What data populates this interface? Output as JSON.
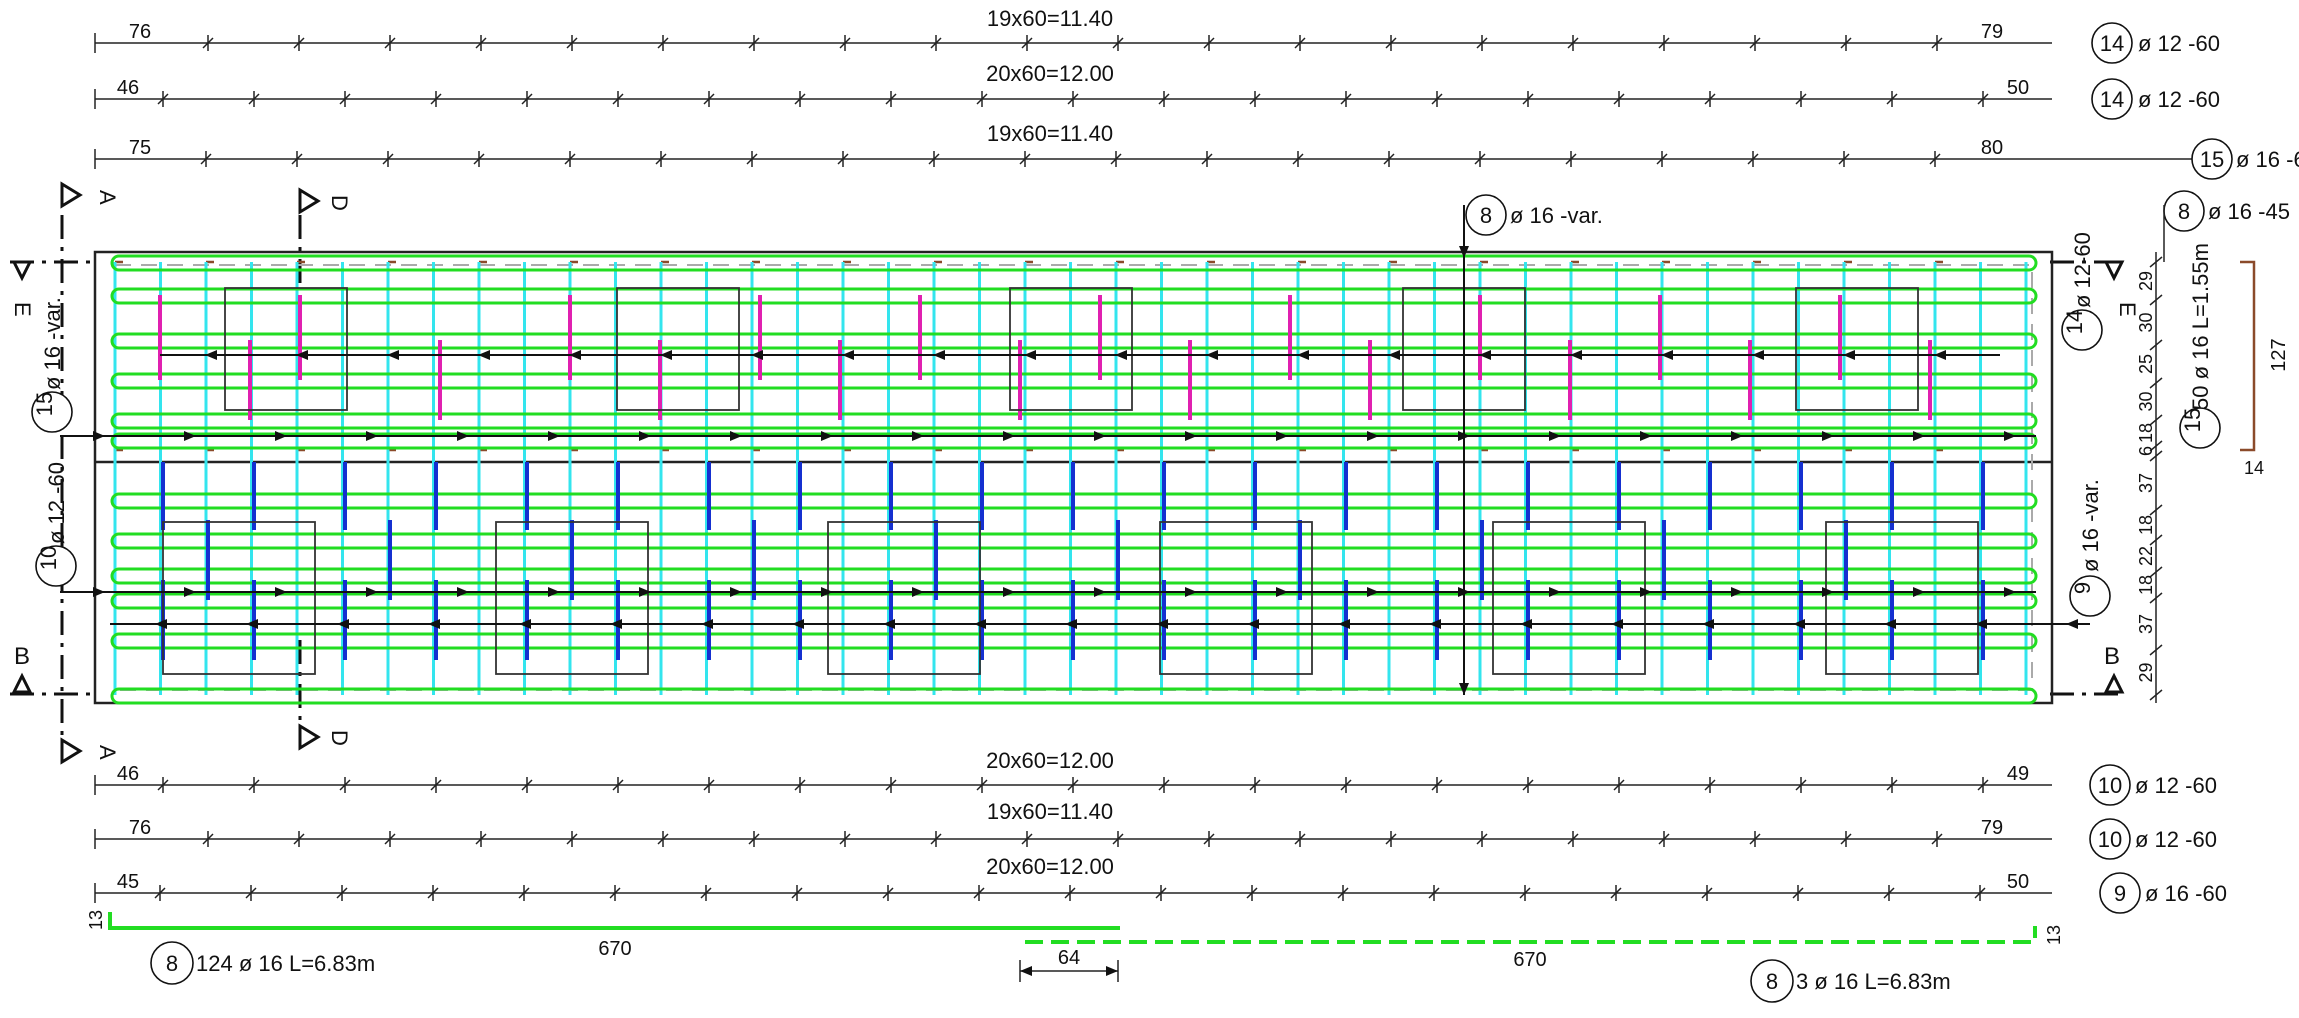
{
  "dims_top": [
    {
      "left": "76",
      "center": "19x60=11.40",
      "right": "79",
      "mark": "14",
      "spec": "ø 12 -60"
    },
    {
      "left": "46",
      "center": "20x60=12.00",
      "right": "50",
      "mark": "14",
      "spec": "ø 12 -60"
    },
    {
      "left": "75",
      "center": "19x60=11.40",
      "right": "80",
      "mark": "15",
      "spec": "ø 16 -6"
    }
  ],
  "dims_bottom": [
    {
      "left": "46",
      "center": "20x60=12.00",
      "right": "49",
      "mark": "10",
      "spec": "ø 12 -60"
    },
    {
      "left": "76",
      "center": "19x60=11.40",
      "right": "79",
      "mark": "10",
      "spec": "ø 12 -60"
    },
    {
      "left": "45",
      "center": "20x60=12.00",
      "right": "50",
      "mark": "9",
      "spec": "ø 16 -60"
    }
  ],
  "sections": {
    "A": "A",
    "B": "B",
    "D": "D",
    "E": "E"
  },
  "labels": {
    "mark8_center": "8",
    "mark8_center_spec": "ø 16 -var.",
    "mark8_right": "8",
    "mark8_right_spec": "ø 16 -45",
    "mark15_left": "15",
    "mark15_left_spec": "ø 16 -var.",
    "mark10_left": "10",
    "mark10_left_spec": "ø 12 -60",
    "mark14_right": "14",
    "mark14_right_spec": "ø 12-60",
    "mark9_right": "9",
    "mark9_right_spec": "ø 16 -var.",
    "mark15_right": "15",
    "mark15_right_spec": "50 ø 16 L=1.55m",
    "brown_len": "127",
    "brown_hook": "14"
  },
  "side_dims": [
    "29",
    "30",
    "25",
    "30",
    "18",
    "6",
    "37",
    "18",
    "22",
    "18",
    "37",
    "29"
  ],
  "bottom_bars": {
    "hook_left": "13",
    "len_left": "670",
    "overlap": "64",
    "len_right": "670",
    "hook_right": "13",
    "mark_left": "8",
    "spec_left": "124 ø 16 L=6.83m",
    "mark_right": "8",
    "spec_right": "3 ø 16 L=6.83m"
  },
  "colors": {
    "green": "#22dd22",
    "cyan": "#33e5ee",
    "brown": "#8b4a2a",
    "magenta": "#e020b0",
    "blue": "#1530d0"
  }
}
